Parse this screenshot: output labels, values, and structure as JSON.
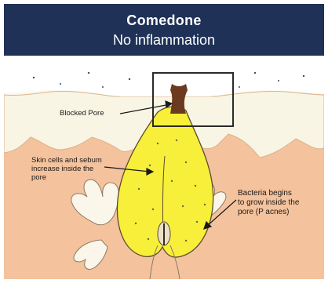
{
  "title": "Comedone",
  "subtitle": "No inflammation",
  "labels": {
    "blocked_pore": "Blocked Pore",
    "skin_cells": "Skin cells and sebum increase inside the pore",
    "bacteria": "Bacteria begins to grow inside the pore (P acnes)"
  },
  "colors": {
    "header_bg": "#1f3157",
    "skin": "#f4c29c",
    "epidermis": "#f9f5e4",
    "sebum": "#f7ef3a",
    "plug": "#6b3a1f"
  }
}
